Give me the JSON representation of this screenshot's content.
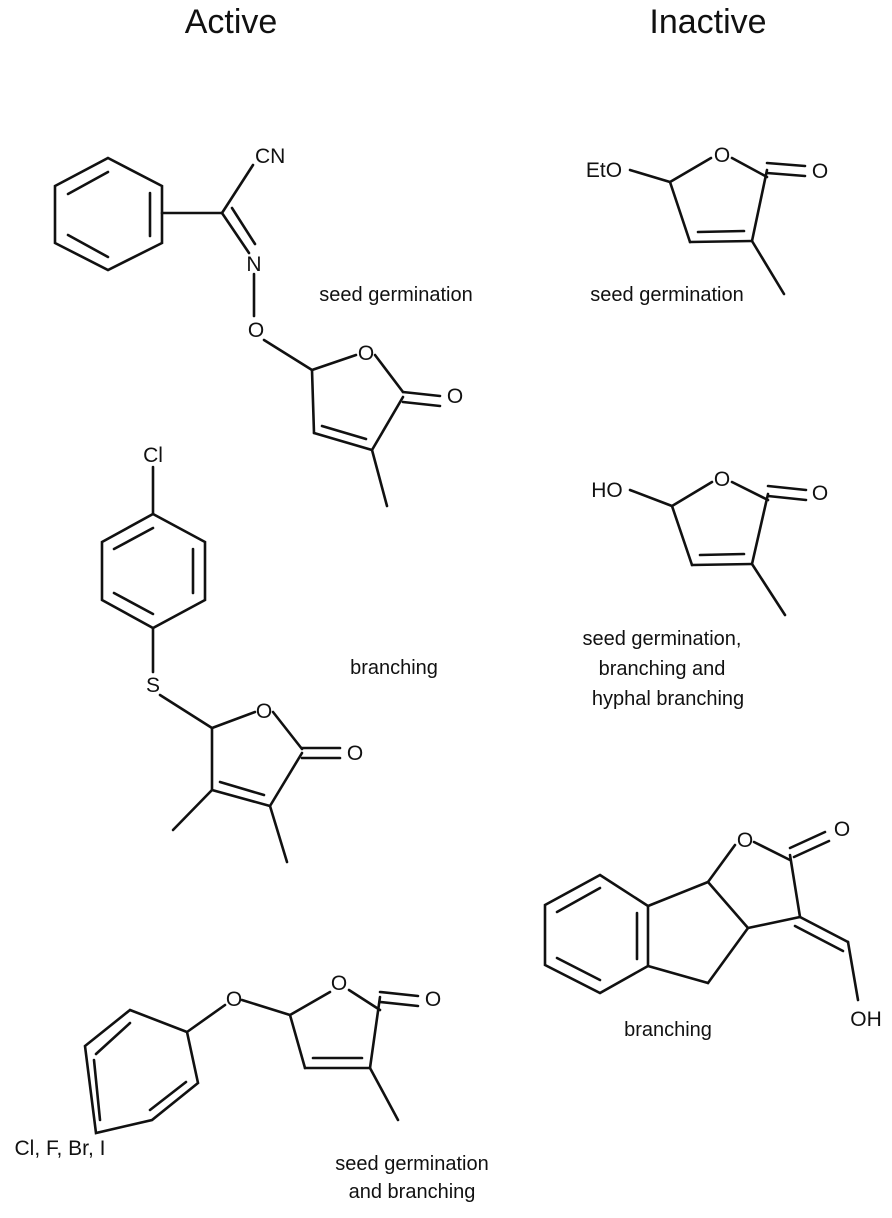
{
  "headers": {
    "active": "Active",
    "inactive": "Inactive"
  },
  "compounds": [
    {
      "id": "active-1",
      "atoms": {
        "cn": "CN",
        "n": "N",
        "o_link": "O",
        "o_ring": "O",
        "o_carbonyl": "O"
      },
      "caption": [
        "seed germination"
      ]
    },
    {
      "id": "active-2",
      "atoms": {
        "cl": "Cl",
        "s": "S",
        "o_ring": "O",
        "o_carbonyl": "O"
      },
      "caption": [
        "branching"
      ]
    },
    {
      "id": "active-3",
      "atoms": {
        "o_link": "O",
        "o_ring": "O",
        "o_carbonyl": "O",
        "halogens": "Cl, F, Br, I"
      },
      "caption": [
        "seed germination",
        "and branching"
      ]
    },
    {
      "id": "inactive-1",
      "atoms": {
        "eto": "EtO",
        "o_ring": "O",
        "o_carbonyl": "O"
      },
      "caption": [
        "seed germination"
      ]
    },
    {
      "id": "inactive-2",
      "atoms": {
        "ho": "HO",
        "o_ring": "O",
        "o_carbonyl": "O"
      },
      "caption": [
        "seed germination,",
        "branching and",
        "hyphal branching"
      ]
    },
    {
      "id": "inactive-3",
      "atoms": {
        "o_ring": "O",
        "o_carbonyl": "O",
        "oh": "OH"
      },
      "caption": [
        "branching"
      ]
    }
  ]
}
